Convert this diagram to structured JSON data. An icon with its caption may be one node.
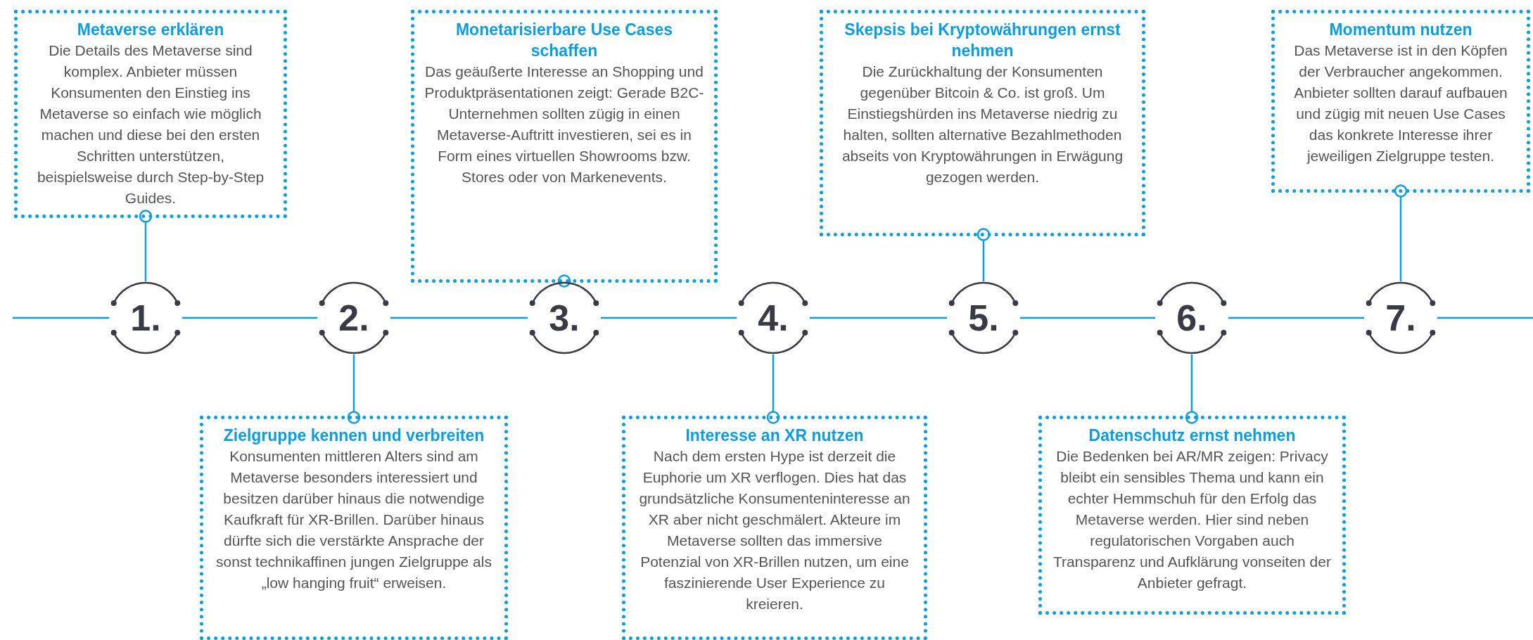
{
  "diagram": {
    "nodes": [
      {
        "text": [
          "Metaverse erklären",
          "Die Details des Metaverse sind komplex. Anbieter müssen Konsumenten den Einstieg ins Metaverse so einfach wie möglich machen und diese bei den ersten Schritten unterstützen, beispielsweise durch Step-by-Step Guides."
        ]
      },
      {
        "text": [
          "Zielgruppe kennen und verbreiten",
          "Konsumenten mittleren Alters sind am Metaverse besonders interessiert und besitzen darüber hinaus die notwendige Kaufkraft für XR-Brillen. Darüber hinaus dürfte sich die verstärkte Ansprache der sonst technikaffinen jungen Zielgruppe als „low hanging fruit“ erweisen."
        ]
      },
      {
        "text": [
          "Monetarisierbare Use Cases schaffen",
          "Das geäußerte Interesse an Shopping und Produktpräsentationen zeigt: Gerade B2C-Unternehmen sollten zügig in einen Metaverse-Auftritt investieren, sei es in Form eines virtuellen Showrooms bzw. Stores oder von Markenevents."
        ]
      },
      {
        "text": [
          "Interesse an XR nutzen",
          "Nach dem ersten Hype ist derzeit die Euphorie um XR verflogen. Dies hat das grundsätzliche Konsumenteninteresse an XR aber nicht geschmälert. Akteure im Metaverse sollten das immersive Potenzial von XR-Brillen nutzen, um eine faszinierende User Experience zu kreieren."
        ]
      },
      {
        "text": [
          "Skepsis bei Kryptowährungen ernst nehmen",
          "Die Zurückhaltung der Konsumenten gegenüber Bitcoin & Co. ist groß. Um Einstiegshürden ins Metaverse niedrig zu halten, sollten alternative Bezahlmethoden abseits von Kryptowährungen in Erwägung gezogen werden."
        ]
      },
      {
        "text": [
          "Datenschutz ernst nehmen",
          "Die Bedenken bei AR/MR zeigen: Privacy bleibt ein sensibles Thema und kann ein echter Hemmschuh für den Erfolg das Metaverse werden. Hier sind neben regulatorischen Vorgaben auch Transparenz und Aufklärung vonseiten der Anbieter gefragt."
        ]
      },
      {
        "text": [
          "Momentum nutzen",
          "Das Metaverse ist in den Köpfen der Verbraucher angekommen. Anbieter sollten darauf aufbauen und zügig mit neuen Use Cases das konkrete Interesse ihrer jeweiligen Zielgruppe testen."
        ]
      },
      {
        "text": [
          "1."
        ]
      },
      {
        "text": [
          "2."
        ]
      },
      {
        "text": [
          "3."
        ]
      },
      {
        "text": [
          "4."
        ]
      },
      {
        "text": [
          "5."
        ]
      },
      {
        "text": [
          "6."
        ]
      },
      {
        "text": [
          "7."
        ]
      }
    ],
    "edges": [
      {
        "from": null,
        "to": 7,
        "arrow": "none"
      },
      {
        "from": 7,
        "to": 8,
        "arrow": "none"
      },
      {
        "from": 8,
        "to": 9,
        "arrow": "none"
      },
      {
        "from": 9,
        "to": 10,
        "arrow": "none"
      },
      {
        "from": 10,
        "to": 11,
        "arrow": "none"
      },
      {
        "from": 11,
        "to": 12,
        "arrow": "none"
      },
      {
        "from": 12,
        "to": 13,
        "arrow": "none"
      },
      {
        "from": 13,
        "to": null,
        "arrow": "none"
      },
      {
        "from": 7,
        "to": 0,
        "arrow": "other"
      },
      {
        "from": 8,
        "to": 1,
        "arrow": "other"
      },
      {
        "from": 9,
        "to": 2,
        "arrow": "other"
      },
      {
        "from": 10,
        "to": 3,
        "arrow": "other"
      },
      {
        "from": 11,
        "to": 4,
        "arrow": "other"
      },
      {
        "from": 12,
        "to": 5,
        "arrow": "other"
      },
      {
        "from": 13,
        "to": 6,
        "arrow": "other"
      }
    ]
  }
}
